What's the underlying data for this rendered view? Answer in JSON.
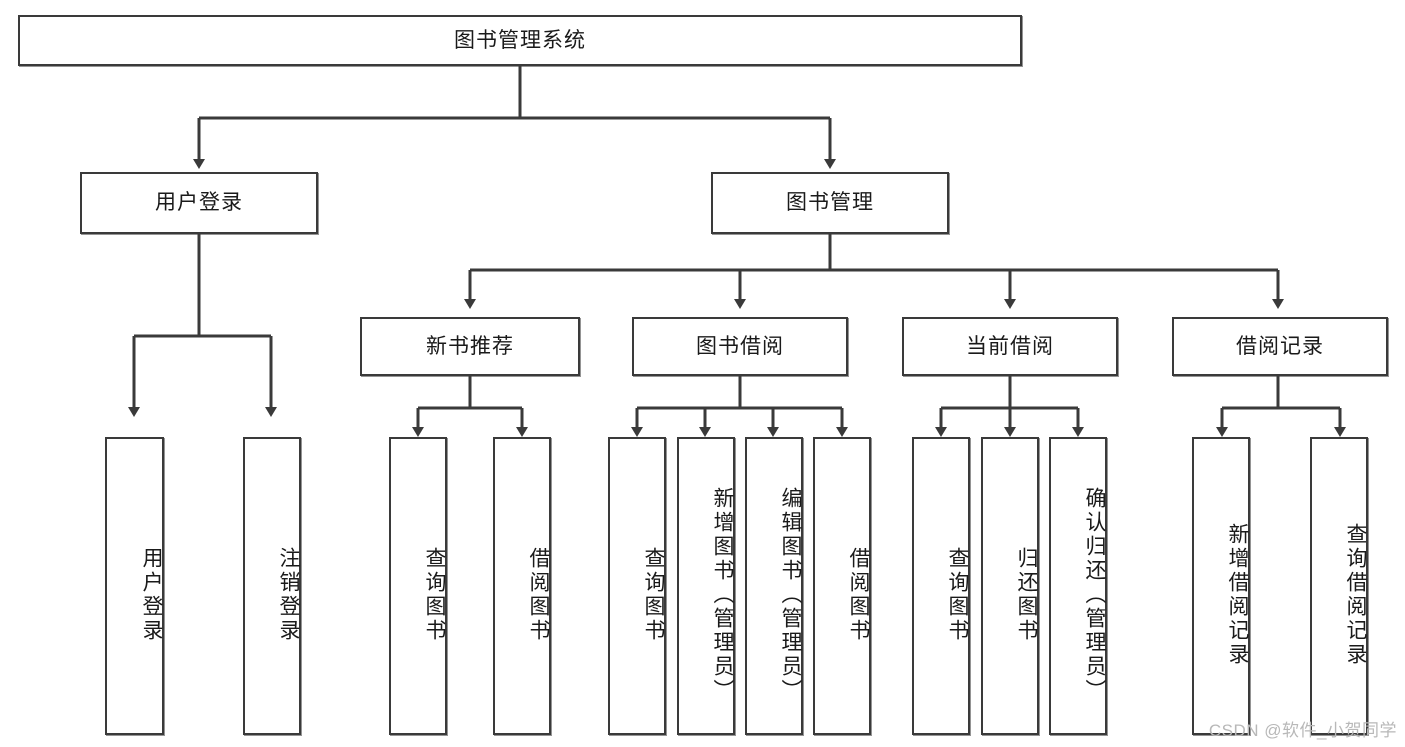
{
  "diagram": {
    "title": "图书管理系统",
    "watermark": "CSDN @软件_小贺同学",
    "stroke_color": "#3a3a3a",
    "fill_color": "#ffffff",
    "text_color": "#1a1a1a",
    "root": {
      "label": "图书管理系统"
    },
    "level2": [
      {
        "label": "用户登录"
      },
      {
        "label": "图书管理"
      }
    ],
    "level3": [
      {
        "label": "新书推荐"
      },
      {
        "label": "图书借阅"
      },
      {
        "label": "当前借阅"
      },
      {
        "label": "借阅记录"
      }
    ],
    "leaves": {
      "user_login": [
        {
          "label": "用户登录"
        },
        {
          "label": "注销登录"
        }
      ],
      "new_book_recommend": [
        {
          "label": "查询图书"
        },
        {
          "label": "借阅图书"
        }
      ],
      "book_borrow": [
        {
          "label": "查询图书"
        },
        {
          "label": "新增图书（管理员）"
        },
        {
          "label": "编辑图书（管理员）"
        },
        {
          "label": "借阅图书"
        }
      ],
      "current_borrow": [
        {
          "label": "查询图书"
        },
        {
          "label": "归还图书"
        },
        {
          "label": "确认归还（管理员）"
        }
      ],
      "borrow_record": [
        {
          "label": "新增借阅记录"
        },
        {
          "label": "查询借阅记录"
        }
      ]
    }
  }
}
